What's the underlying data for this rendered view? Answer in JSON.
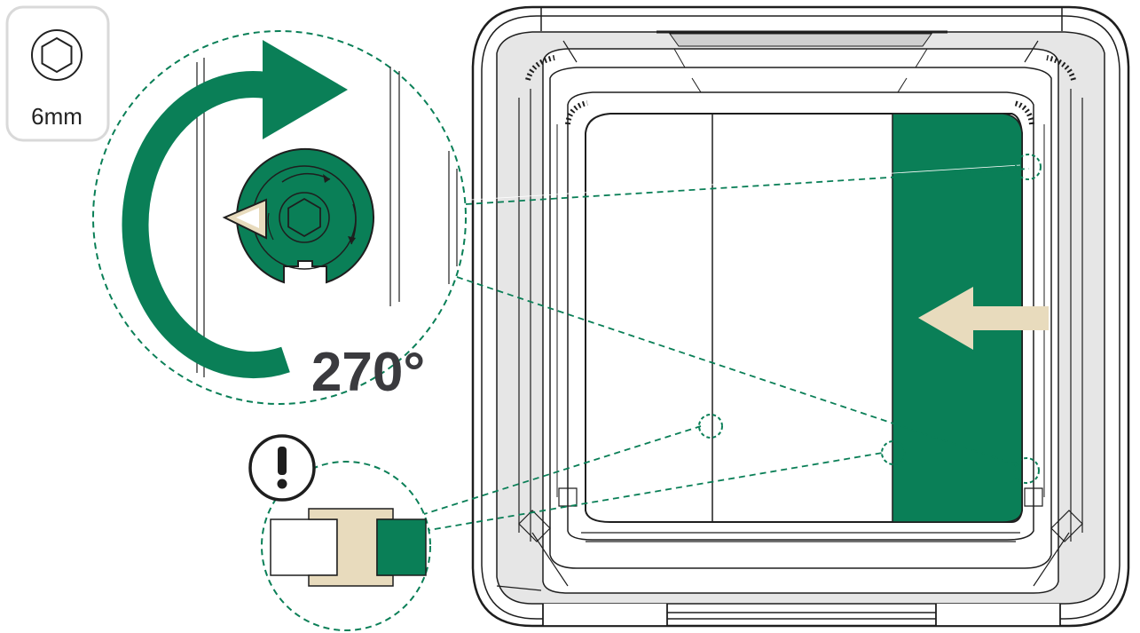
{
  "tool": {
    "icon": "hex-key-icon",
    "size_label": "6mm"
  },
  "rotation": {
    "angle_label": "270°",
    "direction": "clockwise"
  },
  "warning": {
    "icon": "exclamation-icon"
  },
  "slide_direction": "left",
  "colors": {
    "green": "#0a7f57",
    "beige": "#e8dbbd",
    "line": "#1e1e1e",
    "panel_gray": "#e6e6e6",
    "text_dark": "#3a3a3e"
  }
}
